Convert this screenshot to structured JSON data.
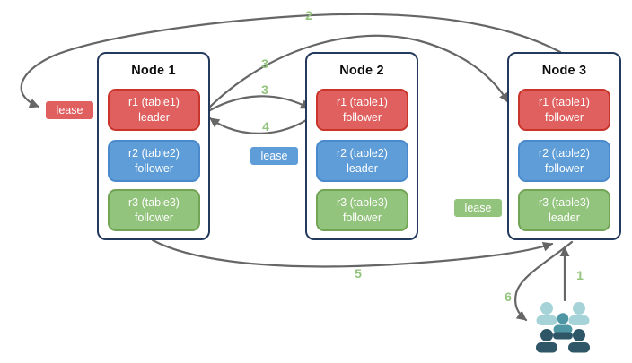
{
  "colors": {
    "red_fill": "#e06060",
    "red_border": "#c9342b",
    "blue_fill": "#5e9dd8",
    "blue_border": "#4a89cb",
    "green_fill": "#93c47d",
    "green_border": "#71a455",
    "node_border": "#23395d",
    "arrow": "#666666",
    "step_number": "#93c47d",
    "users_light": "#a6d3d7",
    "users_medium": "#4e96a3",
    "users_dark": "#2e5666"
  },
  "nodes": [
    {
      "title": "Node 1",
      "replicas": [
        {
          "name": "r1 (table1)",
          "role": "leader",
          "color": "red"
        },
        {
          "name": "r2 (table2)",
          "role": "follower",
          "color": "blue"
        },
        {
          "name": "r3 (table3)",
          "role": "follower",
          "color": "green"
        }
      ]
    },
    {
      "title": "Node 2",
      "replicas": [
        {
          "name": "r1 (table1)",
          "role": "follower",
          "color": "red"
        },
        {
          "name": "r2 (table2)",
          "role": "leader",
          "color": "blue"
        },
        {
          "name": "r3 (table3)",
          "role": "follower",
          "color": "green"
        }
      ]
    },
    {
      "title": "Node 3",
      "replicas": [
        {
          "name": "r1 (table1)",
          "role": "follower",
          "color": "red"
        },
        {
          "name": "r2 (table2)",
          "role": "follower",
          "color": "blue"
        },
        {
          "name": "r3 (table3)",
          "role": "leader",
          "color": "green"
        }
      ]
    }
  ],
  "leases": [
    {
      "label": "lease",
      "color": "red"
    },
    {
      "label": "lease",
      "color": "blue"
    },
    {
      "label": "lease",
      "color": "green"
    }
  ],
  "steps": [
    {
      "label": "1"
    },
    {
      "label": "2"
    },
    {
      "label": "3"
    },
    {
      "label": "3"
    },
    {
      "label": "4"
    },
    {
      "label": "5"
    },
    {
      "label": "6"
    }
  ],
  "icons": {
    "users_group": "users-group-icon"
  }
}
